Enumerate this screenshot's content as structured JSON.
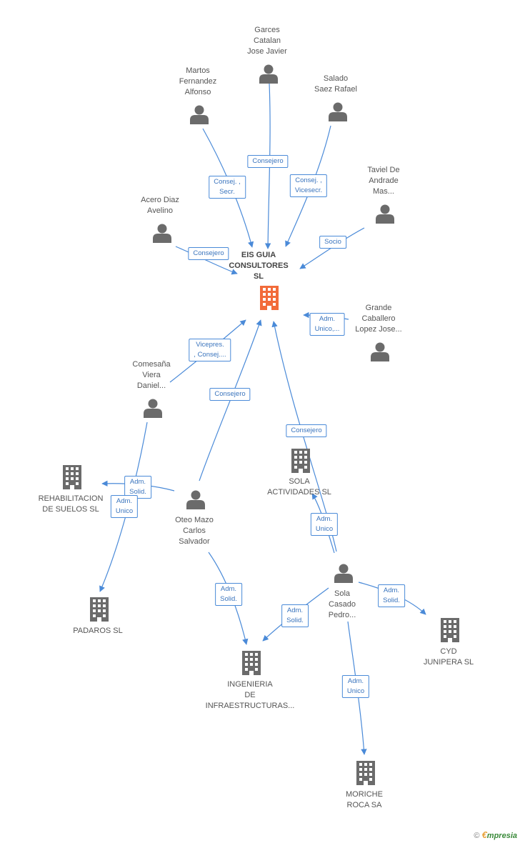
{
  "diagram": {
    "center": {
      "label": "EIS GUIA\nCONSULTORES\nSL",
      "icon": "company-building-icon",
      "color": "#f26b3a"
    },
    "nodes": [
      {
        "id": "garces",
        "type": "person",
        "label": "Garces\nCatalan\nJose Javier"
      },
      {
        "id": "martos",
        "type": "person",
        "label": "Martos\nFernandez\nAlfonso"
      },
      {
        "id": "salado",
        "type": "person",
        "label": "Salado\nSaez Rafael"
      },
      {
        "id": "taviel",
        "type": "person",
        "label": "Taviel De\nAndrade\nMas..."
      },
      {
        "id": "acero",
        "type": "person",
        "label": "Acero Diaz\nAvelino"
      },
      {
        "id": "grande",
        "type": "person",
        "label": "Grande\nCaballero\nLopez Jose..."
      },
      {
        "id": "comesana",
        "type": "person",
        "label": "Comesaña\nViera\nDaniel..."
      },
      {
        "id": "oteo",
        "type": "person",
        "label": "Oteo Mazo\nCarlos\nSalvador"
      },
      {
        "id": "sola",
        "type": "person",
        "label": "Sola\nCasado\nPedro..."
      },
      {
        "id": "rehab",
        "type": "company",
        "label": "REHABILITACION\nDE SUELOS SL"
      },
      {
        "id": "padaros",
        "type": "company",
        "label": "PADAROS SL"
      },
      {
        "id": "sola_act",
        "type": "company",
        "label": "SOLA\nACTIVIDADES SL"
      },
      {
        "id": "ingenieria",
        "type": "company",
        "label": "INGENIERIA\nDE\nINFRAESTRUCTURAS..."
      },
      {
        "id": "cyd",
        "type": "company",
        "label": "CYD\nJUNIPERA SL"
      },
      {
        "id": "moriche",
        "type": "company",
        "label": "MORICHE\nROCA SA"
      }
    ],
    "edges": [
      {
        "from": "garces",
        "to": "center",
        "label": "Consejero"
      },
      {
        "from": "martos",
        "to": "center",
        "label": "Consej. ,\nSecr."
      },
      {
        "from": "salado",
        "to": "center",
        "label": "Consej. ,\nVicesecr."
      },
      {
        "from": "taviel",
        "to": "center",
        "label": "Socio"
      },
      {
        "from": "acero",
        "to": "center",
        "label": "Consejero"
      },
      {
        "from": "grande",
        "to": "center",
        "label": "Adm.\nUnico,..."
      },
      {
        "from": "comesana",
        "to": "center",
        "label": "Vicepres.\n, Consej...."
      },
      {
        "from": "oteo",
        "to": "center",
        "label": "Consejero"
      },
      {
        "from": "sola",
        "to": "center",
        "label": "Consejero"
      },
      {
        "from": "oteo",
        "to": "rehab",
        "label": "Adm.\nSolid."
      },
      {
        "from": "comesana",
        "to": "padaros",
        "label": "Adm.\nUnico"
      },
      {
        "from": "sola",
        "to": "sola_act",
        "label": "Adm.\nUnico"
      },
      {
        "from": "oteo",
        "to": "ingenieria",
        "label": "Adm.\nSolid."
      },
      {
        "from": "sola",
        "to": "ingenieria",
        "label": "Adm.\nSolid."
      },
      {
        "from": "sola",
        "to": "cyd",
        "label": "Adm.\nSolid."
      },
      {
        "from": "sola",
        "to": "moriche",
        "label": "Adm.\nUnico"
      }
    ],
    "colors": {
      "edge": "#4a8ad8",
      "person": "#6b6b6b",
      "company": "#6b6b6b"
    }
  },
  "footer": {
    "symbol": "©",
    "brand_initial": "€",
    "brand_rest": "mpresia"
  }
}
